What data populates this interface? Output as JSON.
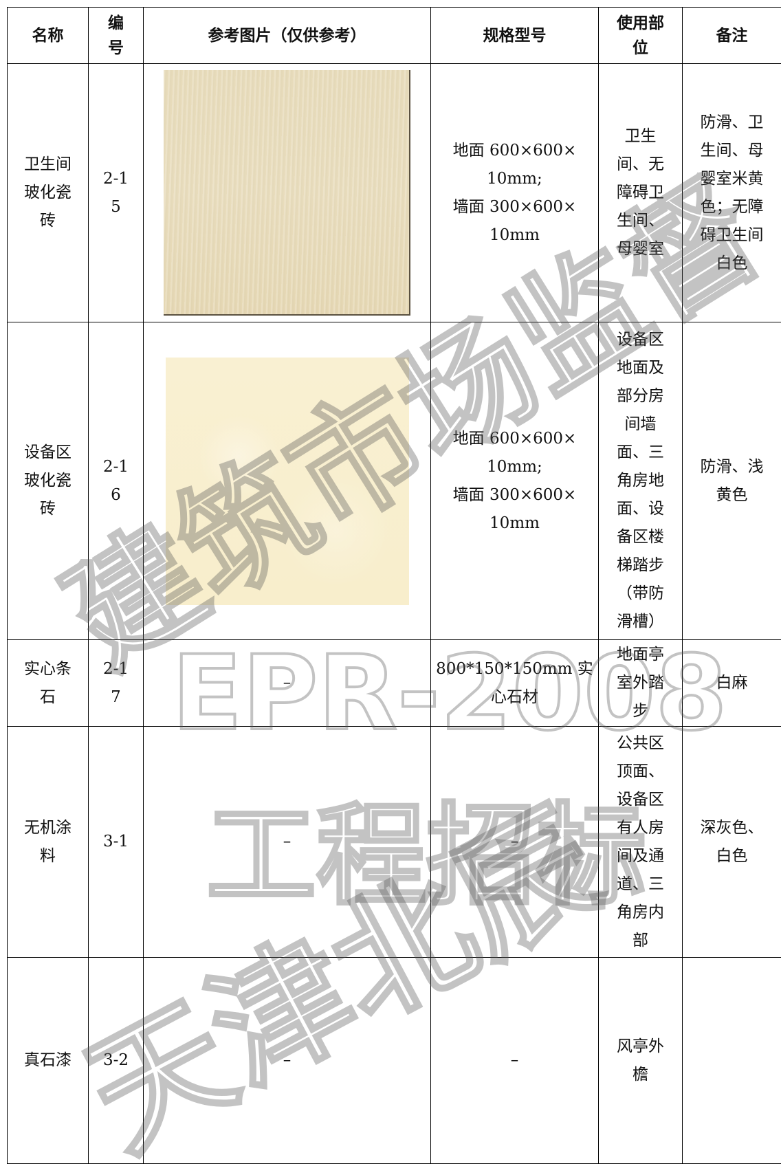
{
  "headers": [
    "名称",
    "编号",
    "参考图片（仅供参考）",
    "规格型号",
    "使用部位",
    "备注"
  ],
  "header_lines": {
    "code": [
      "编",
      "号"
    ],
    "location": [
      "使用部",
      "位"
    ]
  },
  "rows": [
    {
      "name": [
        "卫生间",
        "玻化瓷",
        "砖"
      ],
      "code": [
        "2-1",
        "5"
      ],
      "image": "tile-cream-icon",
      "spec": [
        "地面 600×600×",
        "10mm;",
        "墙面 300×600×",
        "10mm"
      ],
      "location": [
        "卫生",
        "间、无",
        "障碍卫",
        "生间、",
        "母婴室"
      ],
      "remark": [
        "防滑、卫",
        "生间、母",
        "婴室米黄",
        "色；无障",
        "碍卫生间",
        "白色"
      ]
    },
    {
      "name": [
        "设备区",
        "玻化瓷",
        "砖"
      ],
      "code": [
        "2-1",
        "6"
      ],
      "image": "tile-light-yellow-icon",
      "spec": [
        "地面 600×600×",
        "10mm;",
        "墙面 300×600×",
        "10mm"
      ],
      "location": [
        "设备区",
        "地面及",
        "部分房",
        "间墙",
        "面、三",
        "角房地",
        "面、设",
        "备区楼",
        "梯踏步",
        "（带防",
        "滑槽）"
      ],
      "remark": [
        "防滑、浅",
        "黄色"
      ]
    },
    {
      "name": [
        "实心条",
        "石"
      ],
      "code": [
        "2-1",
        "7"
      ],
      "image_text": "–",
      "spec": [
        "800*150*150mm 实",
        "心石材"
      ],
      "location": [
        "地面亭",
        "室外踏",
        "步"
      ],
      "remark": [
        "白麻"
      ]
    },
    {
      "name": [
        "无机涂",
        "料"
      ],
      "code": [
        "3-1"
      ],
      "image_text": "–",
      "spec": [
        "–"
      ],
      "location": [
        "公共区",
        "顶面、",
        "设备区",
        "有人房",
        "间及通",
        "道、三",
        "角房内",
        "部"
      ],
      "remark": [
        "深灰色、",
        "白色"
      ]
    },
    {
      "name": [
        "真石漆"
      ],
      "code": [
        "3-2"
      ],
      "image_text": "–",
      "spec": [
        "–"
      ],
      "location": [
        "风亭外",
        "檐"
      ],
      "remark": [
        ""
      ]
    }
  ],
  "watermark": {
    "line1": "建筑市场监督",
    "line2": "EPR-2008",
    "line3": "工程招标",
    "line4": "天津北辰"
  }
}
